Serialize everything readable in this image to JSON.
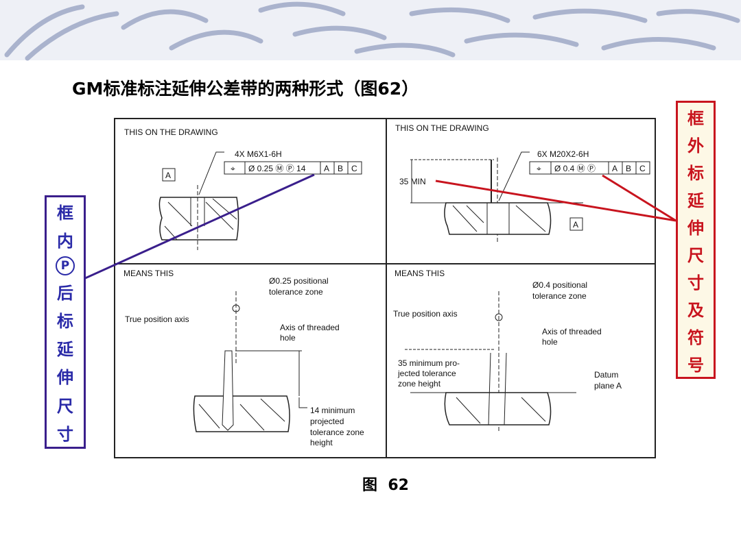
{
  "title": "GM标准标注延伸公差带的两种形式（图62）",
  "left_label": {
    "chars": [
      "框",
      "内",
      "P",
      "后",
      "标",
      "延",
      "伸",
      "尺",
      "寸"
    ]
  },
  "right_label": {
    "chars": [
      "框",
      "外",
      "标",
      "延",
      "伸",
      "尺",
      "寸",
      "及",
      "符",
      "号"
    ]
  },
  "caption": "图  62",
  "panels": {
    "top_left": {
      "heading": "THIS ON THE DRAWING",
      "callout": "4X  M6X1-6H",
      "fcf": [
        "⌖",
        "Ø 0.25 Ⓜ Ⓟ 14",
        "A",
        "B",
        "C"
      ],
      "datum": "A"
    },
    "top_right": {
      "heading": "THIS ON THE DRAWING",
      "callout": "6X  M20X2-6H",
      "fcf": [
        "⌖",
        "Ø 0.4 Ⓜ Ⓟ",
        "A",
        "B",
        "C"
      ],
      "dim": "35 MIN",
      "datum": "A"
    },
    "bottom_left": {
      "heading": "MEANS THIS",
      "zone": [
        "Ø0.25 positional",
        "tolerance zone"
      ],
      "axis": "True position axis",
      "hole": [
        "Axis of threaded",
        "hole"
      ],
      "height": [
        "14 minimum",
        "projected",
        "tolerance zone",
        "height"
      ]
    },
    "bottom_right": {
      "heading": "MEANS THIS",
      "zone": [
        "Ø0.4 positional",
        "tolerance zone"
      ],
      "axis": "True position axis",
      "hole": [
        "Axis of threaded",
        "hole"
      ],
      "height": [
        "35 minimum pro-",
        "jected tolerance",
        "zone height"
      ],
      "datum": [
        "Datum",
        "plane A"
      ]
    }
  },
  "colors": {
    "left_accent": "#3a1f8c",
    "right_accent": "#c8141e"
  }
}
